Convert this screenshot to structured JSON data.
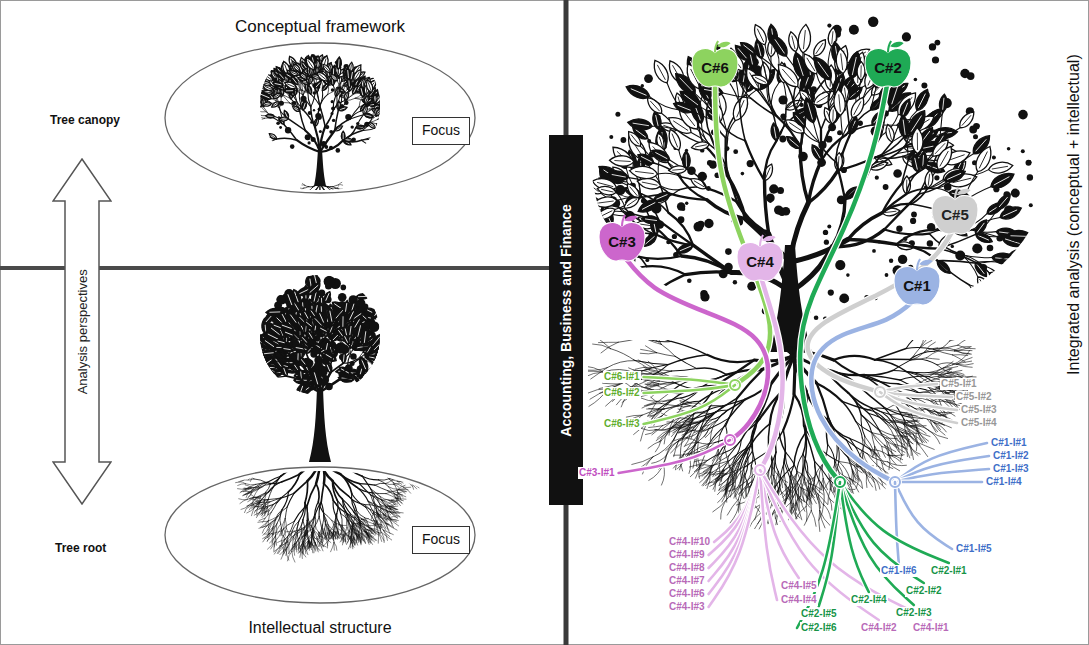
{
  "diagram": {
    "nodes": [
      {
        "text": [
          "Focus"
        ]
      },
      {
        "text": [
          "Analysis perspectives"
        ]
      },
      {
        "text": [
          "Focus"
        ]
      },
      {
        "text": [
          "Accounting, Business and Finance"
        ]
      },
      {
        "text": [
          "C#6"
        ]
      },
      {
        "text": [
          "C#2"
        ]
      },
      {
        "text": [
          "C#3"
        ]
      },
      {
        "text": [
          "C#4"
        ]
      },
      {
        "text": [
          "C#5"
        ]
      },
      {
        "text": [
          "C#1"
        ]
      }
    ],
    "labels": [
      "Conceptual framework",
      "Tree canopy",
      "Tree root",
      "Intellectual structure",
      "Integrated analysis (conceptual + intellectual)",
      "C#6-I#1",
      "C#6-I#2",
      "C#6-I#3",
      "C#3-I#1",
      "C#4-I#10",
      "C#4-I#9",
      "C#4-I#8",
      "C#4-I#7",
      "C#4-I#6",
      "C#4-I#3",
      "C#4-I#5",
      "C#4-I#4",
      "C#4-I#2",
      "C#4-I#1",
      "C#5-I#1",
      "C#5-I#2",
      "C#5-I#3",
      "C#5-I#4",
      "C#1-I#1",
      "C#1-I#2",
      "C#1-I#3",
      "C#1-I#4",
      "C#1-I#5",
      "C#1-I#6",
      "C#2-I#1",
      "C#2-I#2",
      "C#2-I#3",
      "C#2-I#4",
      "C#2-I#5",
      "C#2-I#6"
    ]
  }
}
